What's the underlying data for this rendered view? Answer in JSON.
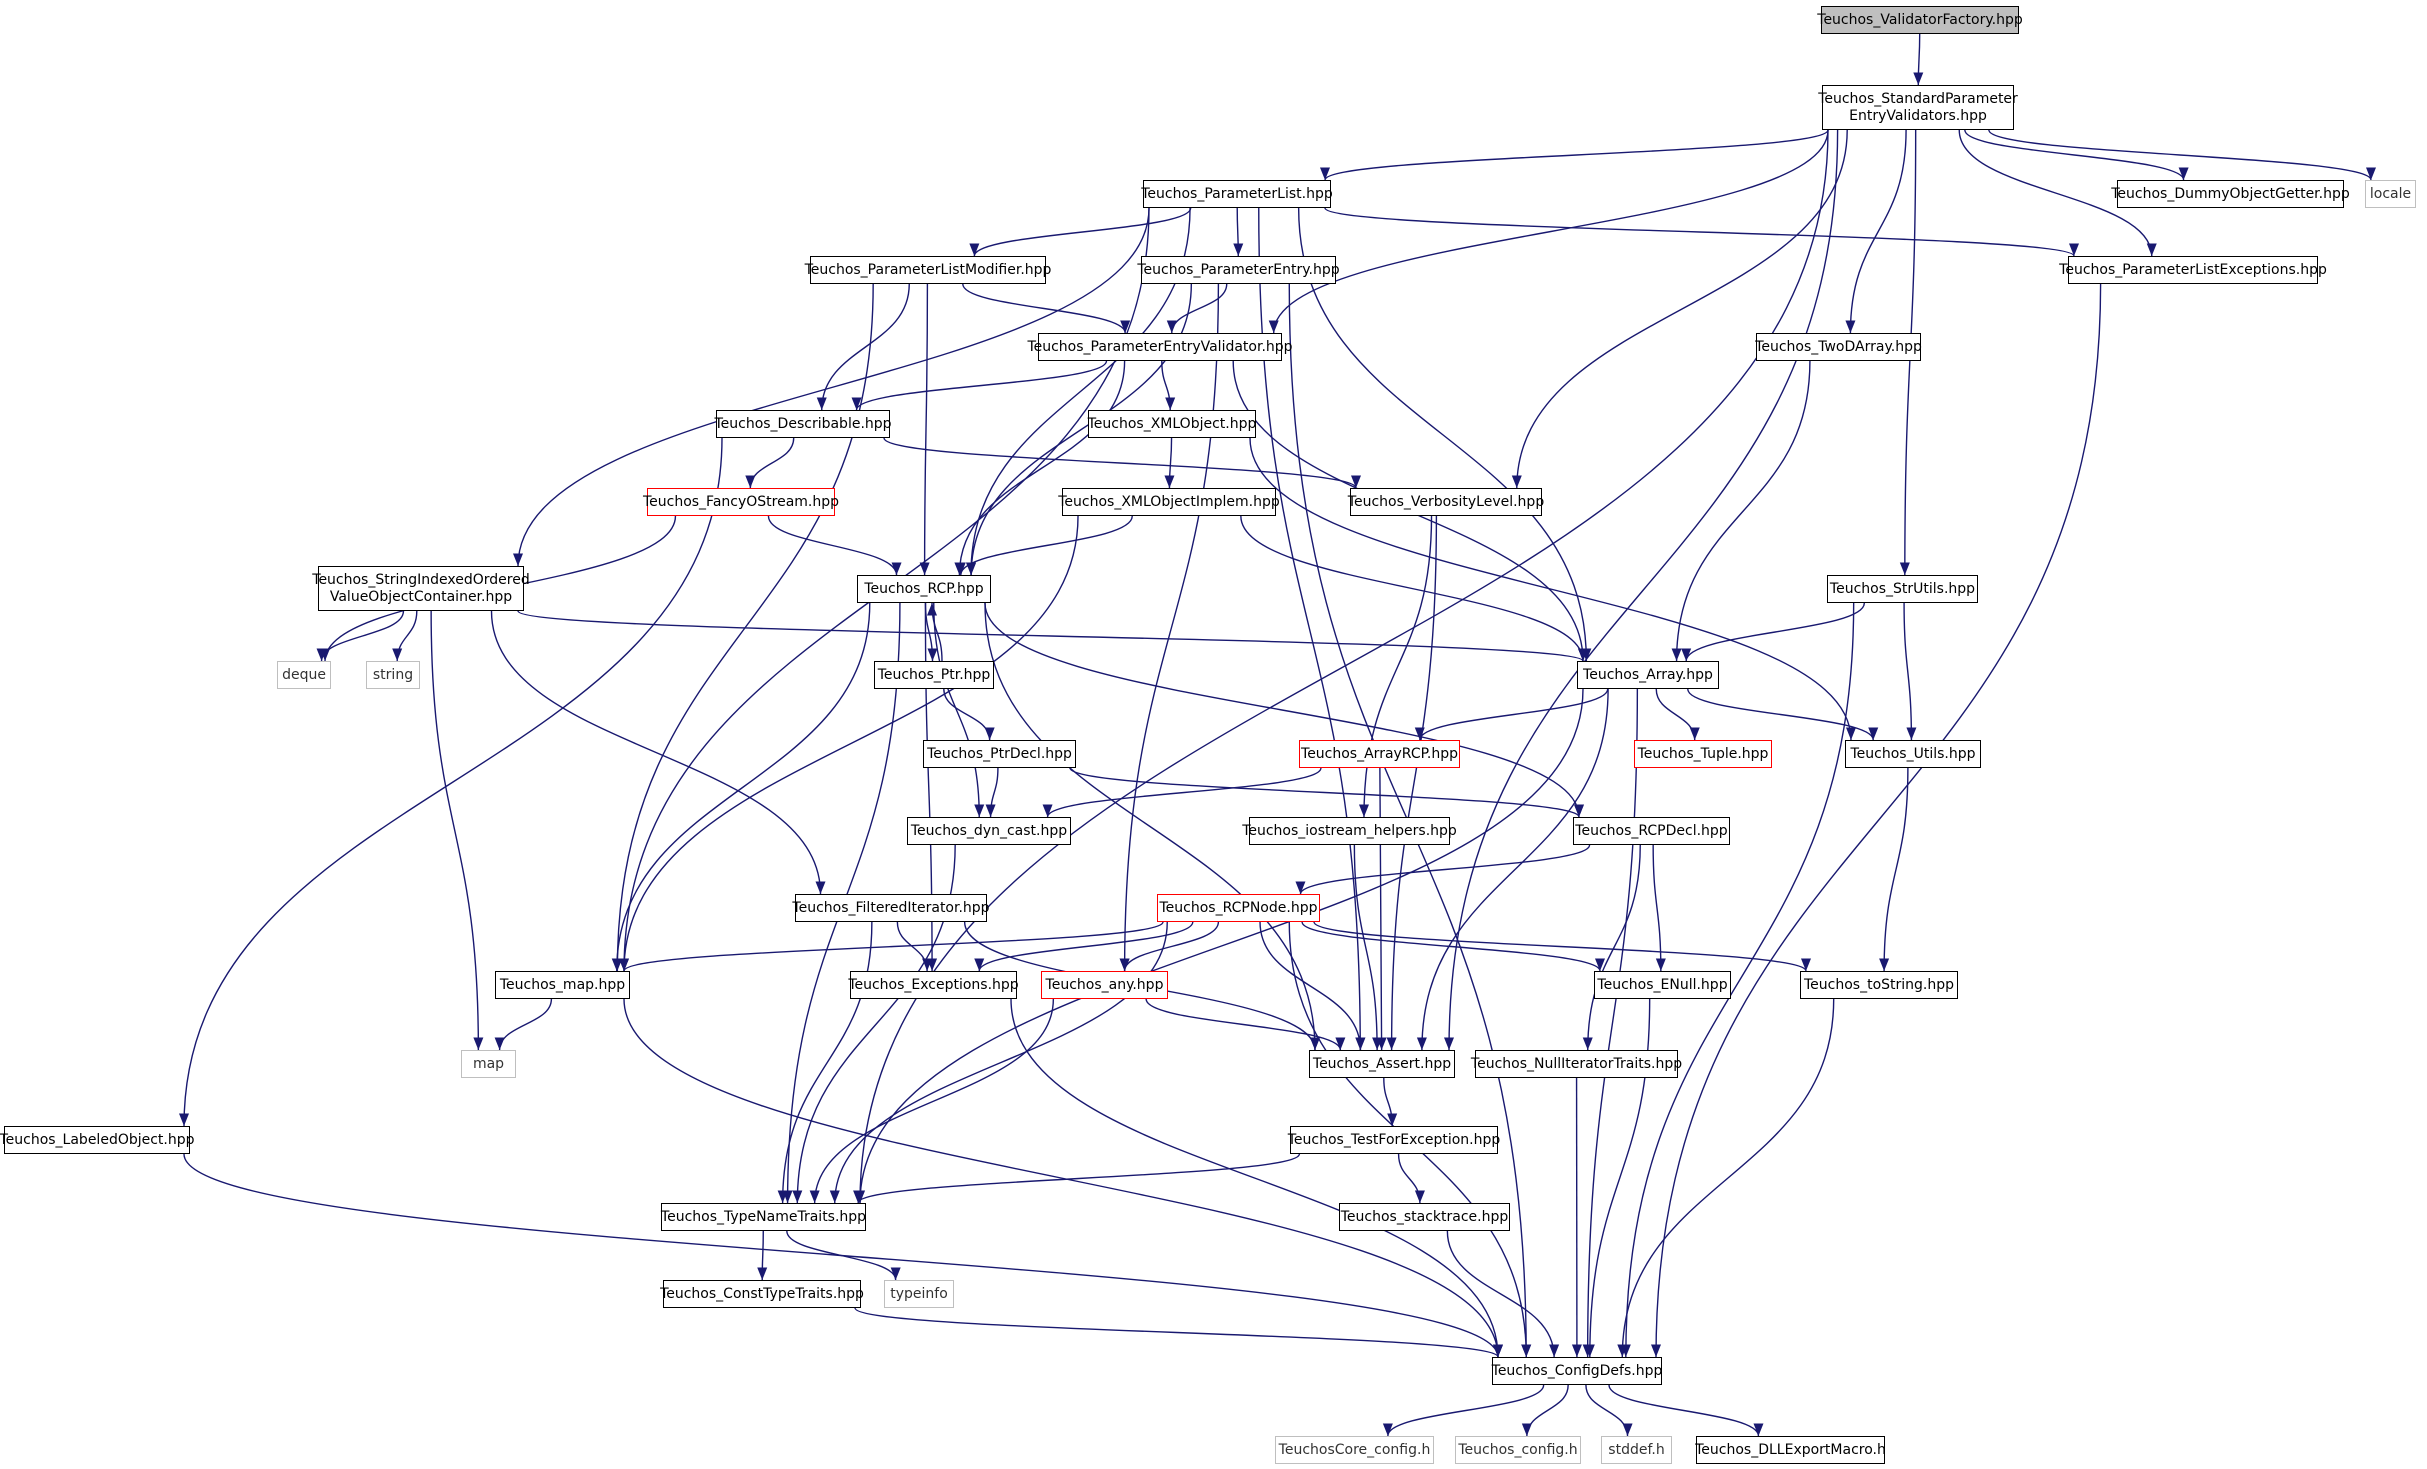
{
  "colors": {
    "edge": "#191970",
    "node_border": "#000000",
    "root_fill": "#bfbfbf",
    "red_border": "#ff0000",
    "grey_border": "#bfbfbf"
  },
  "nodes": {
    "validator_factory": {
      "label": "Teuchos_ValidatorFactory.hpp"
    },
    "standard_param": {
      "line1": "Teuchos_StandardParameter",
      "line2": "EntryValidators.hpp"
    },
    "parameter_list": {
      "label": "Teuchos_ParameterList.hpp"
    },
    "dummy_object_getter": {
      "label": "Teuchos_DummyObjectGetter.hpp"
    },
    "locale": {
      "label": "locale"
    },
    "parameter_list_modifier": {
      "label": "Teuchos_ParameterListModifier.hpp"
    },
    "parameter_entry": {
      "label": "Teuchos_ParameterEntry.hpp"
    },
    "parameter_list_exceptions": {
      "label": "Teuchos_ParameterListExceptions.hpp"
    },
    "parameter_entry_validator": {
      "label": "Teuchos_ParameterEntryValidator.hpp"
    },
    "two_d_array": {
      "label": "Teuchos_TwoDArray.hpp"
    },
    "describable": {
      "label": "Teuchos_Describable.hpp"
    },
    "xml_object": {
      "label": "Teuchos_XMLObject.hpp"
    },
    "fancy_ostream": {
      "label": "Teuchos_FancyOStream.hpp"
    },
    "xml_object_implem": {
      "label": "Teuchos_XMLObjectImplem.hpp"
    },
    "verbosity_level": {
      "label": "Teuchos_VerbosityLevel.hpp"
    },
    "string_indexed": {
      "line1": "Teuchos_StringIndexedOrdered",
      "line2": "ValueObjectContainer.hpp"
    },
    "rcp": {
      "label": "Teuchos_RCP.hpp"
    },
    "str_utils": {
      "label": "Teuchos_StrUtils.hpp"
    },
    "deque": {
      "label": "deque"
    },
    "string": {
      "label": "string"
    },
    "ptr": {
      "label": "Teuchos_Ptr.hpp"
    },
    "array": {
      "label": "Teuchos_Array.hpp"
    },
    "ptr_decl": {
      "label": "Teuchos_PtrDecl.hpp"
    },
    "array_rcp": {
      "label": "Teuchos_ArrayRCP.hpp"
    },
    "tuple": {
      "label": "Teuchos_Tuple.hpp"
    },
    "utils": {
      "label": "Teuchos_Utils.hpp"
    },
    "dyn_cast": {
      "label": "Teuchos_dyn_cast.hpp"
    },
    "iostream_helpers": {
      "label": "Teuchos_iostream_helpers.hpp"
    },
    "rcp_decl": {
      "label": "Teuchos_RCPDecl.hpp"
    },
    "filtered_iterator": {
      "label": "Teuchos_FilteredIterator.hpp"
    },
    "rcp_node": {
      "label": "Teuchos_RCPNode.hpp"
    },
    "map_hpp": {
      "label": "Teuchos_map.hpp"
    },
    "exceptions": {
      "label": "Teuchos_Exceptions.hpp"
    },
    "any": {
      "label": "Teuchos_any.hpp"
    },
    "enull": {
      "label": "Teuchos_ENull.hpp"
    },
    "to_string": {
      "label": "Teuchos_toString.hpp"
    },
    "map": {
      "label": "map"
    },
    "assert": {
      "label": "Teuchos_Assert.hpp"
    },
    "null_iterator_traits": {
      "label": "Teuchos_NullIteratorTraits.hpp"
    },
    "labeled_object": {
      "label": "Teuchos_LabeledObject.hpp"
    },
    "test_for_exception": {
      "label": "Teuchos_TestForException.hpp"
    },
    "type_name_traits": {
      "label": "Teuchos_TypeNameTraits.hpp"
    },
    "stacktrace": {
      "label": "Teuchos_stacktrace.hpp"
    },
    "const_type_traits": {
      "label": "Teuchos_ConstTypeTraits.hpp"
    },
    "typeinfo": {
      "label": "typeinfo"
    },
    "config_defs": {
      "label": "Teuchos_ConfigDefs.hpp"
    },
    "teuchos_core_config": {
      "label": "TeuchosCore_config.h"
    },
    "teuchos_config": {
      "label": "Teuchos_config.h"
    },
    "stddef": {
      "label": "stddef.h"
    },
    "dll_export": {
      "label": "Teuchos_DLLExportMacro.h"
    }
  },
  "edges": [
    [
      "validator_factory",
      "standard_param"
    ],
    [
      "standard_param",
      "parameter_list"
    ],
    [
      "standard_param",
      "dummy_object_getter"
    ],
    [
      "standard_param",
      "locale"
    ],
    [
      "standard_param",
      "parameter_list_exceptions"
    ],
    [
      "standard_param",
      "parameter_entry_validator"
    ],
    [
      "standard_param",
      "two_d_array"
    ],
    [
      "standard_param",
      "verbosity_level"
    ],
    [
      "standard_param",
      "str_utils"
    ],
    [
      "standard_param",
      "assert"
    ],
    [
      "standard_param",
      "type_name_traits"
    ],
    [
      "parameter_list",
      "parameter_list_modifier"
    ],
    [
      "parameter_list",
      "parameter_entry"
    ],
    [
      "parameter_list",
      "parameter_list_exceptions"
    ],
    [
      "parameter_list",
      "string_indexed"
    ],
    [
      "parameter_list",
      "map_hpp"
    ],
    [
      "parameter_list",
      "rcp"
    ],
    [
      "parameter_list",
      "array"
    ],
    [
      "parameter_list",
      "assert"
    ],
    [
      "parameter_list_modifier",
      "parameter_entry_validator"
    ],
    [
      "parameter_list_modifier",
      "describable"
    ],
    [
      "parameter_list_modifier",
      "rcp"
    ],
    [
      "parameter_list_modifier",
      "map_hpp"
    ],
    [
      "parameter_entry",
      "parameter_entry_validator"
    ],
    [
      "parameter_entry",
      "rcp"
    ],
    [
      "parameter_entry",
      "any"
    ],
    [
      "parameter_entry",
      "config_defs"
    ],
    [
      "parameter_entry_validator",
      "describable"
    ],
    [
      "parameter_entry_validator",
      "xml_object"
    ],
    [
      "parameter_entry_validator",
      "rcp"
    ],
    [
      "parameter_entry_validator",
      "array"
    ],
    [
      "parameter_list_exceptions",
      "config_defs"
    ],
    [
      "two_d_array",
      "array"
    ],
    [
      "describable",
      "fancy_ostream"
    ],
    [
      "describable",
      "verbosity_level"
    ],
    [
      "describable",
      "labeled_object"
    ],
    [
      "xml_object",
      "xml_object_implem"
    ],
    [
      "xml_object",
      "utils"
    ],
    [
      "fancy_ostream",
      "rcp"
    ],
    [
      "fancy_ostream",
      "deque"
    ],
    [
      "xml_object_implem",
      "rcp"
    ],
    [
      "xml_object_implem",
      "array"
    ],
    [
      "xml_object_implem",
      "map_hpp"
    ],
    [
      "verbosity_level",
      "assert"
    ],
    [
      "verbosity_level",
      "iostream_helpers"
    ],
    [
      "string_indexed",
      "array"
    ],
    [
      "string_indexed",
      "deque"
    ],
    [
      "string_indexed",
      "string"
    ],
    [
      "string_indexed",
      "map"
    ],
    [
      "string_indexed",
      "filtered_iterator"
    ],
    [
      "rcp",
      "ptr"
    ],
    [
      "rcp",
      "rcp_decl"
    ],
    [
      "rcp",
      "dyn_cast"
    ],
    [
      "rcp",
      "map_hpp"
    ],
    [
      "rcp",
      "exceptions"
    ],
    [
      "rcp",
      "assert"
    ],
    [
      "rcp",
      "type_name_traits"
    ],
    [
      "ptr",
      "rcp"
    ],
    [
      "ptr",
      "ptr_decl"
    ],
    [
      "ptr_decl",
      "dyn_cast"
    ],
    [
      "ptr_decl",
      "rcp_decl"
    ],
    [
      "str_utils",
      "array"
    ],
    [
      "str_utils",
      "utils"
    ],
    [
      "str_utils",
      "config_defs"
    ],
    [
      "array",
      "array_rcp"
    ],
    [
      "array",
      "tuple"
    ],
    [
      "array",
      "utils"
    ],
    [
      "array",
      "assert"
    ],
    [
      "array",
      "type_name_traits"
    ],
    [
      "array",
      "config_defs"
    ],
    [
      "array_rcp",
      "dyn_cast"
    ],
    [
      "array_rcp",
      "assert"
    ],
    [
      "utils",
      "to_string"
    ],
    [
      "dyn_cast",
      "type_name_traits"
    ],
    [
      "iostream_helpers",
      "assert"
    ],
    [
      "rcp_decl",
      "rcp_node"
    ],
    [
      "rcp_decl",
      "enull"
    ],
    [
      "rcp_decl",
      "null_iterator_traits"
    ],
    [
      "filtered_iterator",
      "exceptions"
    ],
    [
      "filtered_iterator",
      "assert"
    ],
    [
      "filtered_iterator",
      "type_name_traits"
    ],
    [
      "rcp_node",
      "map_hpp"
    ],
    [
      "rcp_node",
      "exceptions"
    ],
    [
      "rcp_node",
      "any"
    ],
    [
      "rcp_node",
      "enull"
    ],
    [
      "rcp_node",
      "to_string"
    ],
    [
      "rcp_node",
      "assert"
    ],
    [
      "rcp_node",
      "type_name_traits"
    ],
    [
      "rcp_node",
      "config_defs"
    ],
    [
      "map_hpp",
      "map"
    ],
    [
      "map_hpp",
      "config_defs"
    ],
    [
      "exceptions",
      "config_defs"
    ],
    [
      "any",
      "assert"
    ],
    [
      "any",
      "type_name_traits"
    ],
    [
      "enull",
      "config_defs"
    ],
    [
      "to_string",
      "config_defs"
    ],
    [
      "assert",
      "test_for_exception"
    ],
    [
      "null_iterator_traits",
      "config_defs"
    ],
    [
      "labeled_object",
      "config_defs"
    ],
    [
      "test_for_exception",
      "type_name_traits"
    ],
    [
      "test_for_exception",
      "stacktrace"
    ],
    [
      "type_name_traits",
      "const_type_traits"
    ],
    [
      "type_name_traits",
      "typeinfo"
    ],
    [
      "stacktrace",
      "config_defs"
    ],
    [
      "const_type_traits",
      "config_defs"
    ],
    [
      "config_defs",
      "teuchos_core_config"
    ],
    [
      "config_defs",
      "teuchos_config"
    ],
    [
      "config_defs",
      "stddef"
    ],
    [
      "config_defs",
      "dll_export"
    ]
  ]
}
